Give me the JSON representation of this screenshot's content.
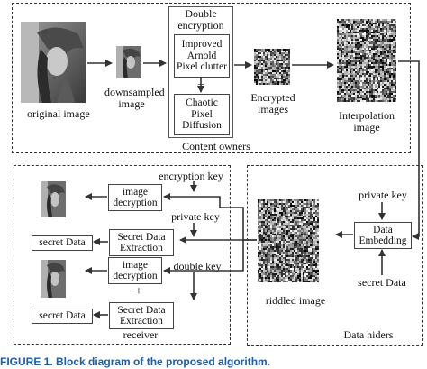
{
  "owner_section": {
    "original_label": "original image",
    "downsampled_label": "downsampled\nimage",
    "double_encryption_title": "Double\nencryption",
    "arnold_label": "Improved\nArnold\nPixel clutter",
    "plus": "+",
    "chaotic_label": "Chaotic\nPixel\nDiffusion",
    "encrypted_label": "Encrypted\nimages",
    "interpolation_label": "Interpolation\nimage",
    "section_label": "Content owners"
  },
  "receiver_section": {
    "encryption_key_label": "encryption key",
    "image_decryption_1": "image\ndecryption",
    "private_key_label": "private key",
    "secret_data_1": "secret Data",
    "secret_extraction_1": "Secret Data\nExtraction",
    "image_decryption_2": "image\ndecryption",
    "double_key_label": "double key",
    "plus": "+",
    "secret_data_2": "secret Data",
    "secret_extraction_2": "Secret Data\nExtraction",
    "section_label": "receiver"
  },
  "hider_section": {
    "private_key_label": "private key",
    "embedding_label": "Data\nEmbedding",
    "riddled_label": "riddled image",
    "secret_data_label": "secret Data",
    "section_label": "Data hiders"
  },
  "caption": "FIGURE 1.  Block diagram of the proposed algorithm.",
  "colors": {
    "caption": "#1a5fa8",
    "line": "#333333"
  }
}
